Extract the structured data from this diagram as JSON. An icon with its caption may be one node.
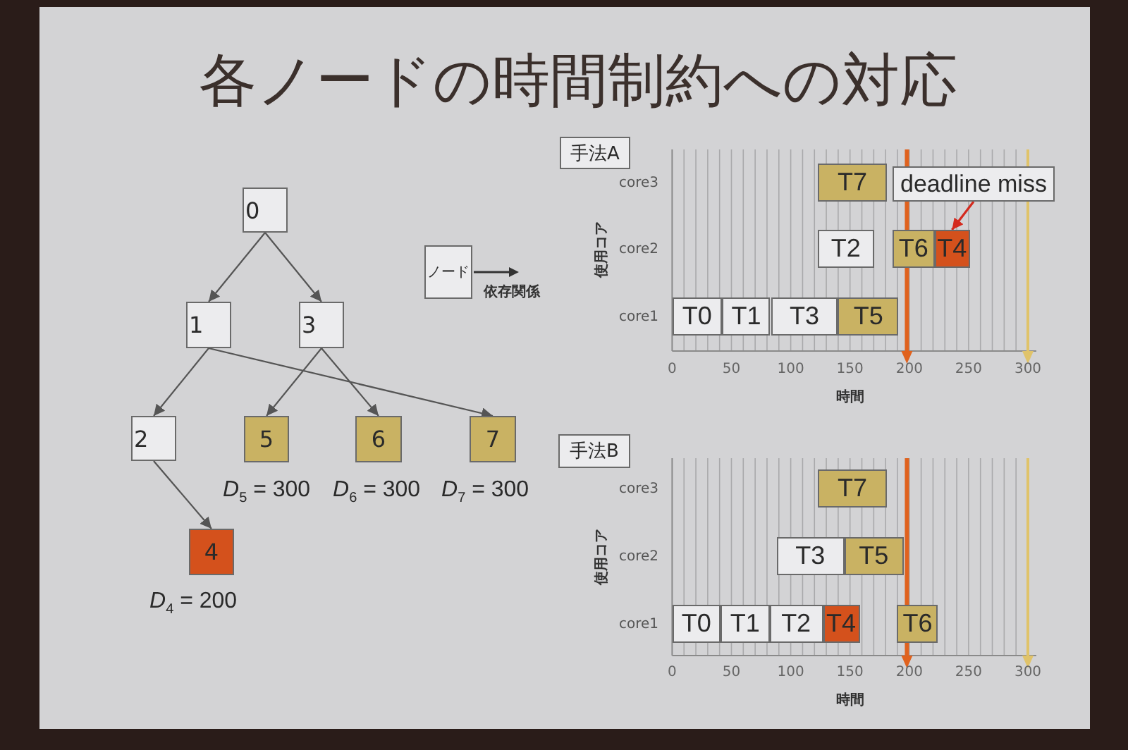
{
  "diagram": {
    "title": "各ノードの時間制約への対応",
    "nodes": [
      {
        "text": [
          "0"
        ]
      },
      {
        "text": [
          "1"
        ]
      },
      {
        "text": [
          "3"
        ]
      },
      {
        "text": [
          "2"
        ]
      },
      {
        "text": [
          "5"
        ],
        "beside": [
          "*D*$_{5}$ = 300"
        ]
      },
      {
        "text": [
          "6"
        ],
        "beside": [
          "*D*$_{6}$ = 300"
        ]
      },
      {
        "text": [
          "7"
        ],
        "beside": [
          "*D*$_{7}$ = 300"
        ]
      },
      {
        "text": [
          "4"
        ],
        "beside": [
          "*D*$_{4}$ = 200"
        ]
      },
      {
        "text": [
          "手法A"
        ]
      },
      {
        "text": [
          "T7"
        ]
      },
      {
        "text": [
          "deadline miss"
        ]
      },
      {
        "text": [
          "T2"
        ]
      },
      {
        "text": [
          "T6"
        ]
      },
      {
        "text": [
          "T4"
        ]
      },
      {
        "text": [
          "T0"
        ]
      },
      {
        "text": [
          "T1"
        ]
      },
      {
        "text": [
          "T3"
        ]
      },
      {
        "text": [
          "T5"
        ]
      },
      {
        "text": [
          "手法B"
        ]
      },
      {
        "text": [
          "T7"
        ]
      },
      {
        "text": [
          "T3"
        ]
      },
      {
        "text": [
          "T5"
        ]
      },
      {
        "text": [
          "T0"
        ]
      },
      {
        "text": [
          "T1"
        ]
      },
      {
        "text": [
          "T2"
        ]
      },
      {
        "text": [
          "T4"
        ]
      },
      {
        "text": [
          "T6"
        ]
      }
    ],
    "edges": [
      {
        "from": 0,
        "to": 1,
        "arrow": "to"
      },
      {
        "from": 0,
        "to": 2,
        "arrow": "to"
      },
      {
        "from": 1,
        "to": 3,
        "arrow": "to"
      },
      {
        "from": 1,
        "to": 6,
        "arrow": "to"
      },
      {
        "from": 2,
        "to": 4,
        "arrow": "to"
      },
      {
        "from": 2,
        "to": 5,
        "arrow": "to"
      },
      {
        "from": 3,
        "to": 7,
        "arrow": "to"
      },
      {
        "from": 10,
        "to": 13,
        "arrow": "to",
        "color": "#d42a1e"
      }
    ],
    "labels": [
      "core3",
      "core2",
      "core1",
      "使用コア",
      "0",
      "50",
      "100",
      "150",
      "200",
      "250",
      "300",
      "時間",
      "core3",
      "core2",
      "core1",
      "使用コア",
      "0",
      "50",
      "100",
      "150",
      "200",
      "250",
      "300",
      "時間"
    ],
    "legend": [
      {
        "text": "ノード"
      },
      {
        "text": "依存関係"
      }
    ]
  }
}
